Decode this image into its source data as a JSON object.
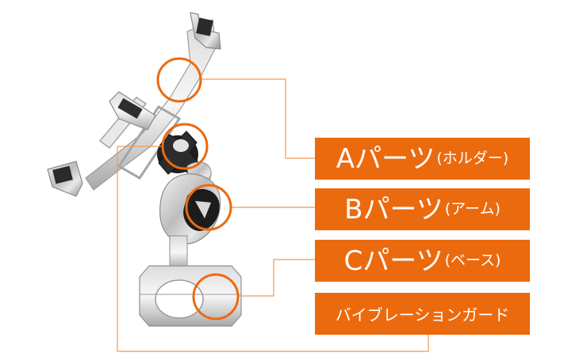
{
  "colors": {
    "accent": "#ec6a0e",
    "line": "#f29a55",
    "metal": "#c9c9c9",
    "dark": "#1e1e1e"
  },
  "labels": {
    "a": {
      "main": "Aパーツ",
      "sub": "(ホルダー)"
    },
    "b": {
      "main": "Bパーツ",
      "sub": "(アーム)"
    },
    "c": {
      "main": "Cパーツ",
      "sub": "(ベース)"
    },
    "d": {
      "main": "バイブレーションガード"
    }
  },
  "icons": [
    "phone-holder-mount-illustration",
    "callout-circle"
  ]
}
